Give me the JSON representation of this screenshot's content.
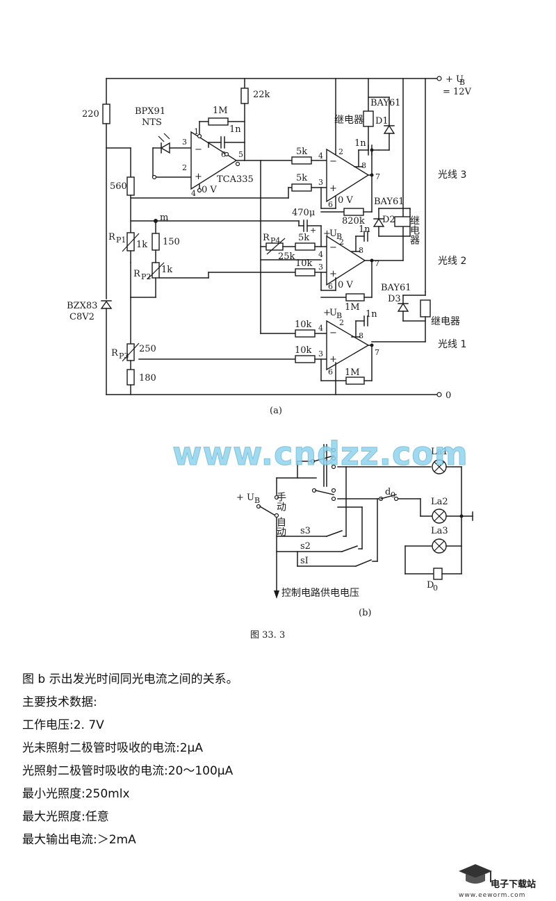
{
  "figure_a": {
    "supply_label": "+ U",
    "supply_sub": "B",
    "supply_value": "= 12V",
    "ground_label": "0",
    "caption": "(a)",
    "labels": {
      "r220": "220",
      "r560": "560",
      "bpx91": "BPX91",
      "nts": "NTS",
      "r1m_top": "1M",
      "c1n_a": "1n",
      "r22k": "22k",
      "tca335": "TCA335",
      "ov": "0 V",
      "pin3": "3",
      "pin2": "2",
      "pin1": "1",
      "pin4": "4",
      "pin6": "6",
      "pin5": "5",
      "r5k_a": "5k",
      "r5k_b": "5k",
      "relay_label_top": "继电器",
      "bay61_top": "BAY61",
      "d1": "D1",
      "c1n_b": "1n",
      "line3": "光线 3",
      "bay61_mid": "BAY61",
      "d2": "D2",
      "relay_label_mid": "继电器",
      "r820k": "820k",
      "node_m": "m",
      "c470u": "470μ",
      "ub_mid": "U",
      "ub_mid_sub": "B",
      "rp4": "R",
      "rp4_sub": "P4",
      "r25k": "25k",
      "r5k_c": "5k",
      "r10k_a": "10k",
      "rp1": "R",
      "rp1_sub": "P1",
      "rp1_val": "1k",
      "r150": "150",
      "rp2": "R",
      "rp2_sub": "P2",
      "rp2_val": "1k",
      "line2": "光线 2",
      "r1m_mid": "1M",
      "bay61_low": "BAY61",
      "d3": "D3",
      "relay_label_low": "继电器",
      "bzx83": "BZX83",
      "c8v2": "C8V2",
      "ub_low": "U",
      "ub_low_sub": "B",
      "c1n_c": "1n",
      "r10k_b": "10k",
      "r10k_c": "10k",
      "line1": "光线 1",
      "rp3": "R",
      "rp3_sub": "P3",
      "r250": "250",
      "r180": "180",
      "r1m_low": "1M",
      "c1n_mid": "1n",
      "pin7": "7",
      "pin8": "8"
    }
  },
  "figure_b": {
    "la1": "La1",
    "la2": "La2",
    "la3": "La3",
    "d0": "d",
    "d0_sub": "0",
    "D0": "D",
    "D0_sub": "0",
    "ub": "+ U",
    "ub_sub": "B",
    "manual": "手动",
    "auto": "自动",
    "s3": "s3",
    "s2": "s2",
    "s1": "sI",
    "supply_note": "控制电路供电电压",
    "caption": "(b)"
  },
  "figure_title": "图 33. 3",
  "watermark": "www.cndzz.com",
  "body_lines": [
    "图 b 示出发光时间同光电流之间的关系。",
    "主要技术数据:",
    "工作电压:2. 7V",
    "光未照射二极管时吸收的电流:2μA",
    "光照射二极管时吸收的电流:20～100μA",
    "最小光照度:250mlx",
    "最大光照度:任意",
    "最大输出电流:＞2mA"
  ],
  "logo": {
    "name": "电子下载站",
    "url": "www.eeworm.com",
    "icon": "graduation-cap-icon"
  }
}
